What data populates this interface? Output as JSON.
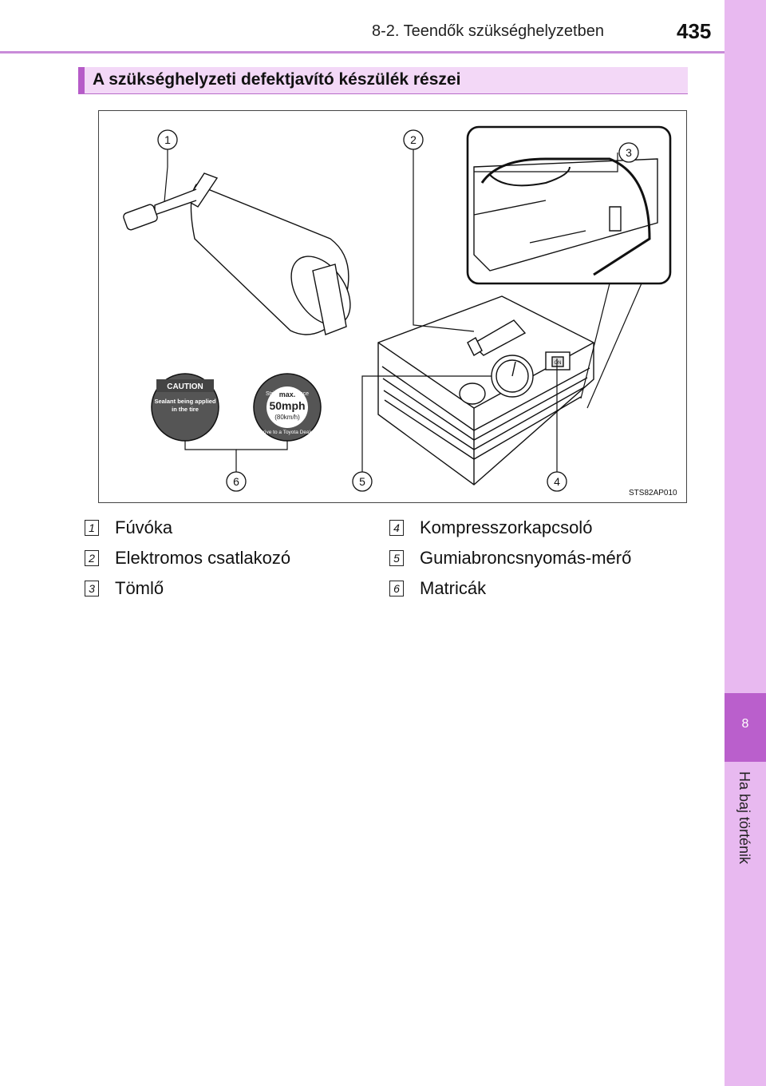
{
  "header": {
    "section": "8-2. Teendők szükséghelyzetben",
    "page_number": "435"
  },
  "side_tab": {
    "chapter_number": "8",
    "chapter_title": "Ha baj történik"
  },
  "section_title": "A szükséghelyzeti defektjavító készülék részei",
  "figure": {
    "code": "STS82AP010",
    "callouts": [
      "1",
      "2",
      "3",
      "4",
      "5",
      "6"
    ],
    "caution_sticker": {
      "heading": "CAUTION",
      "line1": "Sealant being applied",
      "line2": "in the tire"
    },
    "speed_sticker": {
      "top_arc": "Strict observance",
      "max": "max.",
      "speed": "50mph",
      "speed_metric": "(80km/h)",
      "bottom_arc": "Drive to a Toyota Dealer"
    },
    "switch_label": "ON"
  },
  "legend": [
    {
      "num": "1",
      "label": "Fúvóka"
    },
    {
      "num": "2",
      "label": "Elektromos csatlakozó"
    },
    {
      "num": "3",
      "label": "Tömlő"
    },
    {
      "num": "4",
      "label": "Kompresszorkapcsoló"
    },
    {
      "num": "5",
      "label": "Gumiabroncsnyomás-mérő"
    },
    {
      "num": "6",
      "label": "Matricák"
    }
  ]
}
